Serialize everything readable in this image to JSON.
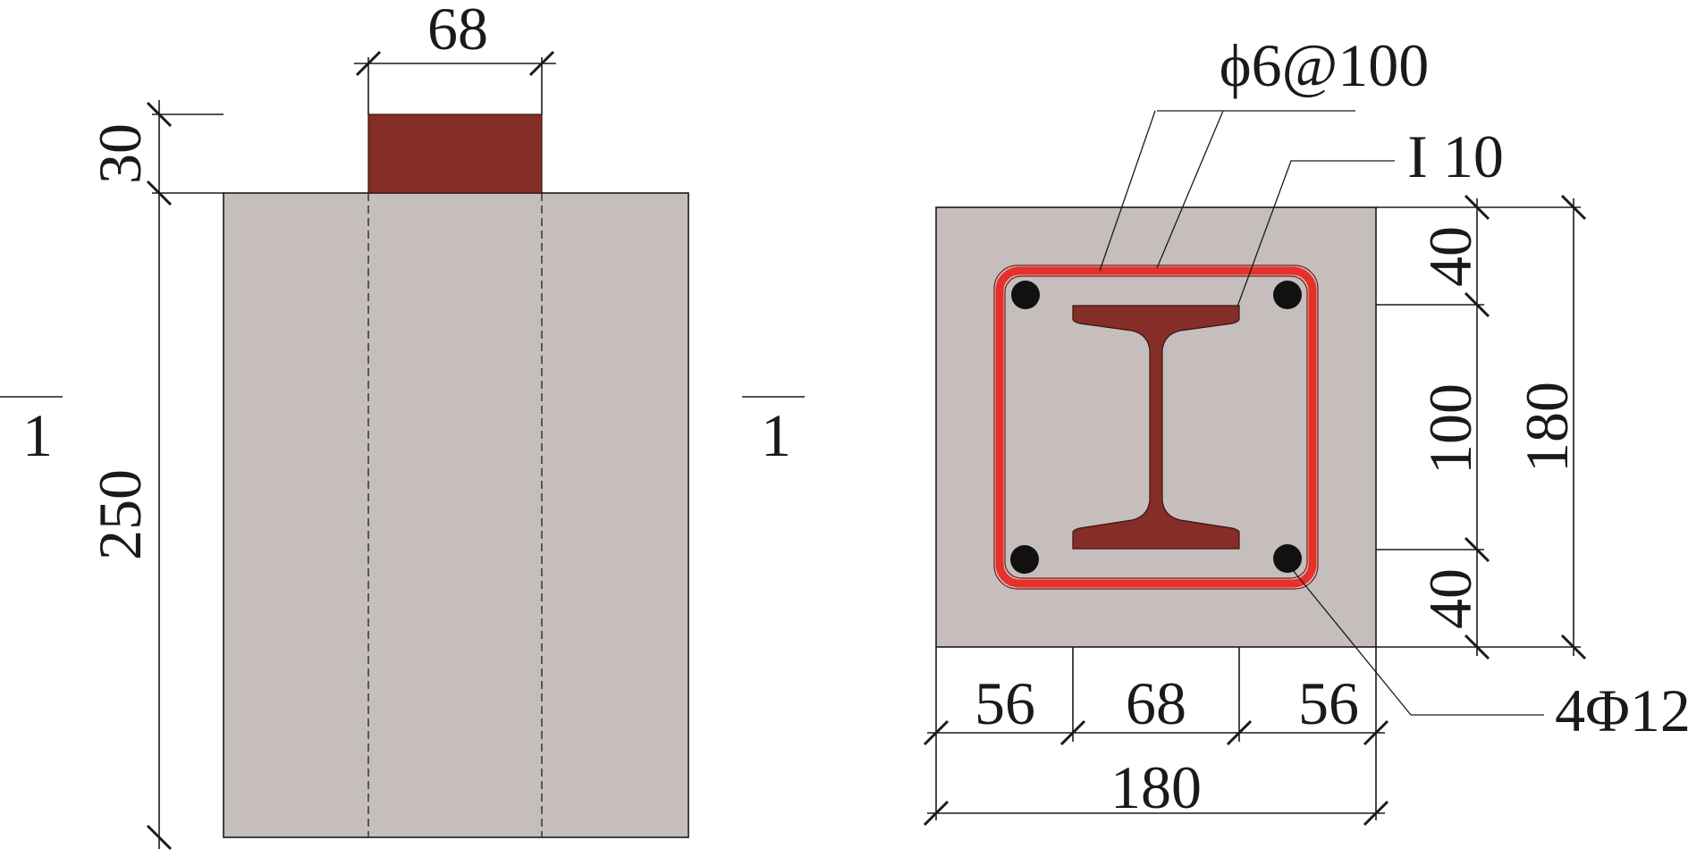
{
  "elevation": {
    "top_width_label": "68",
    "top_height_label": "30",
    "column_height_label": "250",
    "section_mark_left": "1",
    "section_mark_right": "1"
  },
  "cross_section": {
    "stirrup_label": "ϕ6@100",
    "steel_section_label": "I 10",
    "rebar_label": "4Φ12",
    "right_dims": [
      "40",
      "100",
      "40"
    ],
    "right_total": "180",
    "bottom_dims": [
      "56",
      "68",
      "56"
    ],
    "bottom_total": "180"
  },
  "colors": {
    "concrete": "#c6bebd",
    "steel": "#852e28",
    "stirrup": "#e8302a",
    "rebar": "#111111"
  }
}
